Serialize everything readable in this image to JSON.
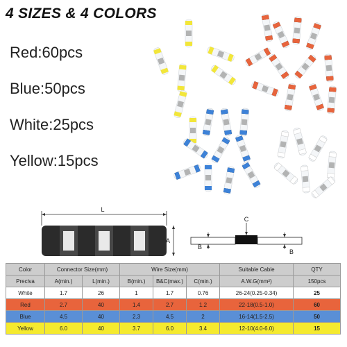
{
  "headline": "4 SIZES & 4 COLORS",
  "quantities": {
    "red": "Red:60pcs",
    "blue": "Blue:50pcs",
    "white": "White:25pcs",
    "yellow": "Yellow:15pcs"
  },
  "diagram": {
    "label_L": "L",
    "label_A": "A",
    "label_B_left": "B",
    "label_C": "C",
    "label_B_right": "B"
  },
  "table": {
    "header1": [
      "Color",
      "Connector Size(mm)",
      "Wire Size(mm)",
      "Suitable Cable",
      "QTY"
    ],
    "header2": [
      "Preciva",
      "A(min.)",
      "L(min.)",
      "B(min.)",
      "B&C(max.)",
      "C(min.)",
      "A.W.G(mm²)",
      "150pcs"
    ],
    "rows": [
      {
        "color": "White",
        "bg": "#ffffff",
        "cells": [
          "White",
          "1.7",
          "26",
          "1",
          "1.7",
          "0.76",
          "26-24(0.25-0.34)",
          "25"
        ]
      },
      {
        "color": "Red",
        "bg": "#e8643c",
        "cells": [
          "Red",
          "2.7",
          "40",
          "1.4",
          "2.7",
          "1.2",
          "22-18(0.5-1.0)",
          "60"
        ]
      },
      {
        "color": "Blue",
        "bg": "#5a8fd6",
        "cells": [
          "Blue",
          "4.5",
          "40",
          "2.3",
          "4.5",
          "2",
          "16-14(1.5-2.5)",
          "50"
        ]
      },
      {
        "color": "Yellow",
        "bg": "#f5ea2e",
        "cells": [
          "Yellow",
          "6.0",
          "40",
          "3.7",
          "6.0",
          "3.4",
          "12-10(4.0-6.0)",
          "15"
        ]
      }
    ]
  },
  "colors": {
    "red": "#e8643c",
    "blue": "#5a8fd6",
    "yellow": "#f5ea2e",
    "header_gray": "#cdcdcd"
  }
}
